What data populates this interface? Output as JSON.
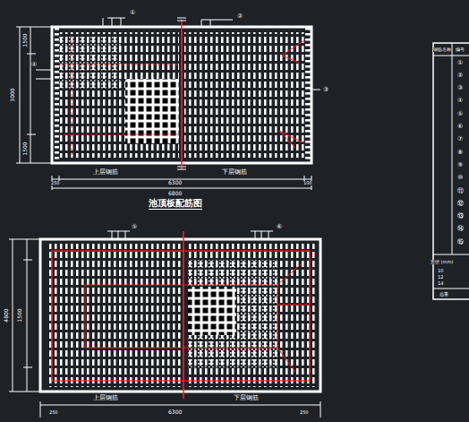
{
  "diagram": {
    "title": "池顶板配筋图",
    "labels": [
      "①",
      "②",
      "③",
      "④",
      "3000",
      "1500",
      "1500",
      "上层钢筋",
      "下层钢筋",
      "250",
      "6300",
      "100",
      "6800",
      "⑤",
      "⑥",
      "4800",
      "1500",
      "上层钢筋",
      "下层钢筋",
      "250",
      "6300",
      "250",
      "钢筋名称",
      "编号",
      "①",
      "②",
      "③",
      "④",
      "⑤",
      "⑥",
      "⑦",
      "⑧",
      "⑨",
      "⑩",
      "⑪",
      "⑫",
      "⑬",
      "⑭",
      "⑮",
      "直径 (mm)",
      "10",
      "12",
      "14",
      "总重"
    ]
  }
}
